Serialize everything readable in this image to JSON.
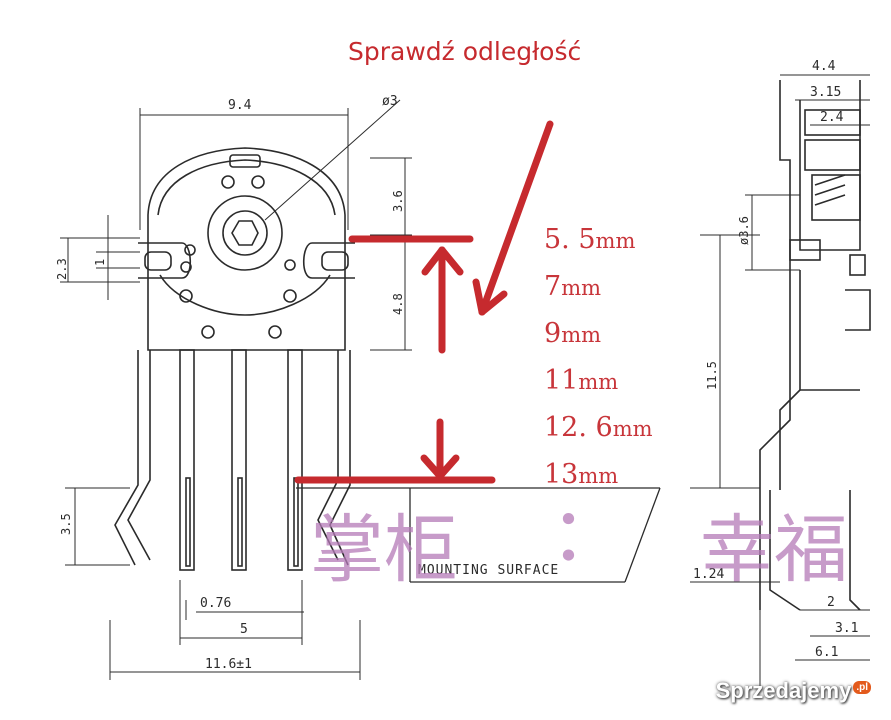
{
  "annotation": {
    "title": "Sprawdź odległość",
    "options": [
      {
        "value": "5. 5",
        "unit": "mm"
      },
      {
        "value": "7",
        "unit": "mm"
      },
      {
        "value": "9",
        "unit": "mm"
      },
      {
        "value": "11",
        "unit": "mm"
      },
      {
        "value": "12. 6",
        "unit": "mm"
      },
      {
        "value": "13",
        "unit": "mm"
      }
    ],
    "color": "#c62a2e"
  },
  "drawing": {
    "front_view": {
      "width_label": "9.4",
      "hole_label": "ø3",
      "top_label": "3.6",
      "shaft_label": "4.8",
      "slot_label_outer": "2.3",
      "slot_label_inner": "1",
      "leg_label": "3.5",
      "pin_label": "0.76",
      "pitch_label": "5",
      "total_label": "11.6±1"
    },
    "side_view": {
      "top_label": "4.4",
      "label_2": "3.15",
      "label_3": "2.4",
      "hole_label": "ø3.6",
      "height_label": "11.5",
      "bottom_label_1": "1.24",
      "bottom_label_2": "2",
      "bottom_label_3": "3.1",
      "bottom_label_4": "6.1"
    },
    "mounting_surface": "MOUNTING SURFACE"
  },
  "watermark": {
    "left": "掌柜",
    "dot": "：",
    "right": "幸福"
  },
  "brand": {
    "name": "Sprzedajemy",
    "tld": ".pl"
  }
}
